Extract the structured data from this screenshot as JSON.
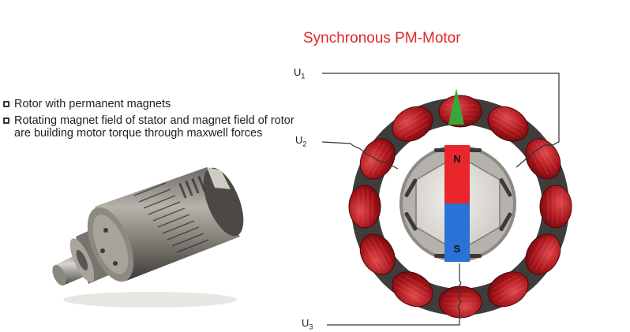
{
  "title": "Synchronous PM-Motor",
  "bullets": [
    "Rotor with permanent magnets",
    "Rotating magnet field of stator and magnet field of rotor are building motor torque through maxwell forces"
  ],
  "labels": {
    "u1": {
      "base": "U",
      "sub": "1"
    },
    "u2": {
      "base": "U",
      "sub": "2"
    },
    "u3": {
      "base": "U",
      "sub": "3"
    }
  },
  "magnet": {
    "north": "N",
    "south": "S",
    "north_color": "#e8262b",
    "south_color": "#2a73d6"
  },
  "colors": {
    "title": "#e0262b",
    "coil": "#b3161c",
    "arrow": "#3aa638"
  }
}
